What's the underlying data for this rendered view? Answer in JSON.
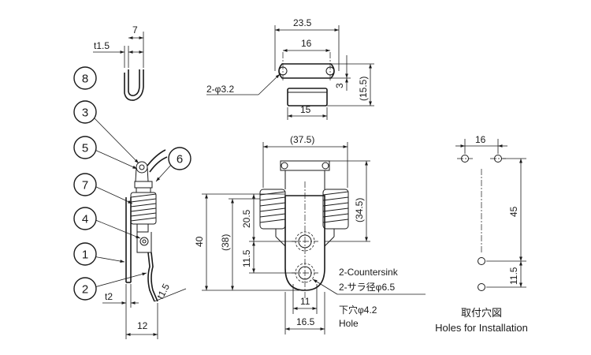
{
  "part_numbers": [
    "8",
    "3",
    "5",
    "6",
    "7",
    "4",
    "1",
    "2"
  ],
  "side_view": {
    "dim_top_7": "7",
    "dim_t15_top": "t1.5",
    "dim_t2": "t2",
    "dim_t15_bottom": "t1.5",
    "dim_12": "12"
  },
  "keeper_view": {
    "dim_235": "23.5",
    "dim_16": "16",
    "dim_3": "3",
    "dim_155": "(15.5)",
    "dim_15": "15",
    "hole_label": "2-φ3.2"
  },
  "front_view": {
    "dim_375": "(37.5)",
    "dim_345": "(34.5)",
    "dim_40": "40",
    "dim_38": "(38)",
    "dim_205": "20.5",
    "dim_115": "11.5",
    "dim_11": "11",
    "dim_165": "16.5",
    "countersink_en": "2-Countersink",
    "countersink_jp": "2-サラ径φ6.5",
    "hole_jp": "下穴φ4.2",
    "hole_en": "Hole"
  },
  "install_view": {
    "dim_16": "16",
    "dim_45": "45",
    "dim_115": "11.5",
    "caption_jp": "取付穴図",
    "caption_en": "Holes for Installation"
  }
}
